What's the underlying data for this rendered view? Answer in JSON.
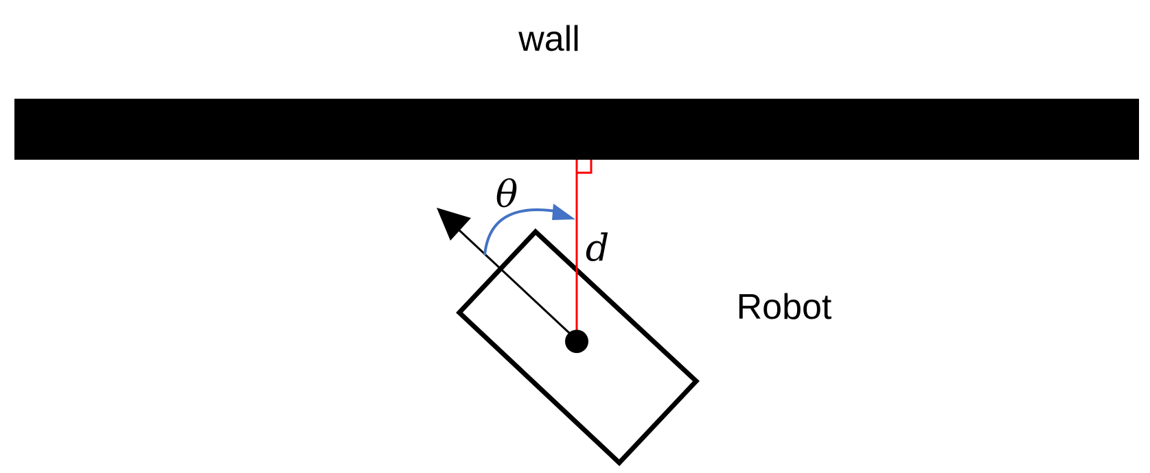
{
  "labels": {
    "wall": "wall",
    "robot": "Robot",
    "theta": "θ",
    "distance": "d"
  },
  "colors": {
    "wall": "#000000",
    "robot_outline": "#000000",
    "distance_line": "#ff0000",
    "angle_arc": "#4472c4",
    "heading_arrow": "#000000"
  },
  "icons": {
    "right_angle_marker": "right-angle-icon",
    "heading_arrow": "arrow-icon",
    "robot_center": "center-point-icon"
  }
}
